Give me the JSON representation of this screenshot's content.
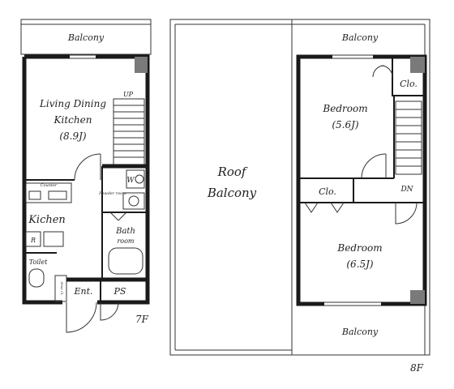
{
  "floor7": {
    "label": "7F",
    "balcony": "Balcony",
    "ldk_line1": "Living Dining",
    "ldk_line2": "Kitchen",
    "ldk_size": "(8.9J)",
    "stairs_up": "UP",
    "counter": "Counter",
    "kitchen": "Kichen",
    "washer": "W",
    "powder": "Powder room",
    "bath_line1": "Bath",
    "bath_line2": "room",
    "fridge": "R",
    "toilet": "Toilet",
    "shoe": "Shoe Cl.",
    "entrance": "Ent.",
    "ps": "PS"
  },
  "floor8": {
    "label": "8F",
    "roof_line1": "Roof",
    "roof_line2": "Balcony",
    "balcony_top": "Balcony",
    "balcony_bottom": "Balcony",
    "bedroom1": "Bedroom",
    "bedroom1_size": "(5.6J)",
    "bedroom2": "Bedroom",
    "bedroom2_size": "(6.5J)",
    "closet1": "Clo.",
    "closet2": "Clo.",
    "stairs_down": "DN"
  }
}
